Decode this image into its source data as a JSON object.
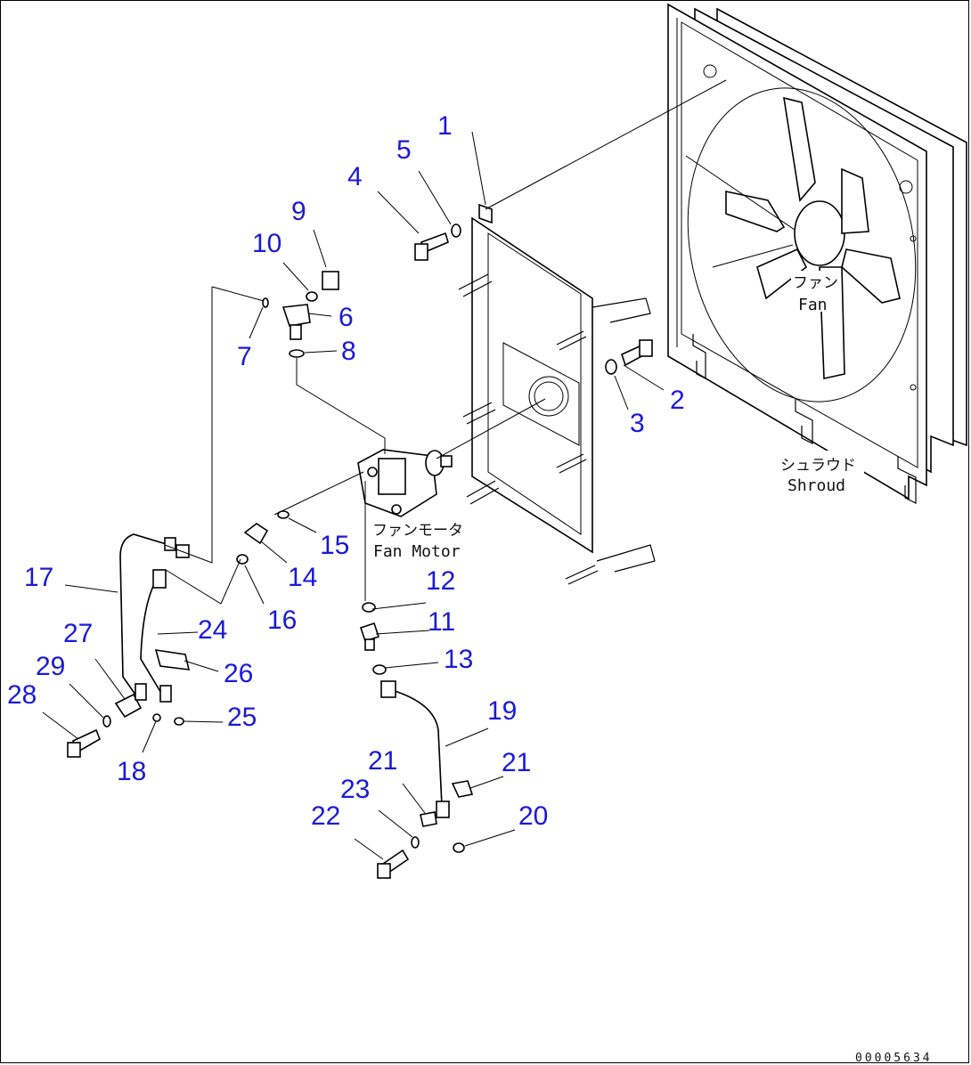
{
  "callouts": [
    {
      "id": "1",
      "label": "1"
    },
    {
      "id": "2",
      "label": "2"
    },
    {
      "id": "3",
      "label": "3"
    },
    {
      "id": "4",
      "label": "4"
    },
    {
      "id": "5",
      "label": "5"
    },
    {
      "id": "6",
      "label": "6"
    },
    {
      "id": "7",
      "label": "7"
    },
    {
      "id": "8",
      "label": "8"
    },
    {
      "id": "9",
      "label": "9"
    },
    {
      "id": "10",
      "label": "10"
    },
    {
      "id": "11",
      "label": "11"
    },
    {
      "id": "12",
      "label": "12"
    },
    {
      "id": "13",
      "label": "13"
    },
    {
      "id": "14",
      "label": "14"
    },
    {
      "id": "15",
      "label": "15"
    },
    {
      "id": "16",
      "label": "16"
    },
    {
      "id": "17",
      "label": "17"
    },
    {
      "id": "18",
      "label": "18"
    },
    {
      "id": "19",
      "label": "19"
    },
    {
      "id": "20",
      "label": "20"
    },
    {
      "id": "21a",
      "label": "21"
    },
    {
      "id": "21b",
      "label": "21"
    },
    {
      "id": "22",
      "label": "22"
    },
    {
      "id": "23",
      "label": "23"
    },
    {
      "id": "24",
      "label": "24"
    },
    {
      "id": "25",
      "label": "25"
    },
    {
      "id": "26",
      "label": "26"
    },
    {
      "id": "27",
      "label": "27"
    },
    {
      "id": "28",
      "label": "28"
    },
    {
      "id": "29",
      "label": "29"
    }
  ],
  "annotations": {
    "fan": {
      "jp": "ファン",
      "en": "Fan"
    },
    "shroud": {
      "jp": "シュラウド",
      "en": "Shroud"
    },
    "fan_motor": {
      "jp": "ファンモータ",
      "en": "Fan Motor"
    }
  },
  "drawing_code": "00005634",
  "colors": {
    "callout": "#1a1ad8",
    "linework": "#000000",
    "background": "#ffffff"
  }
}
